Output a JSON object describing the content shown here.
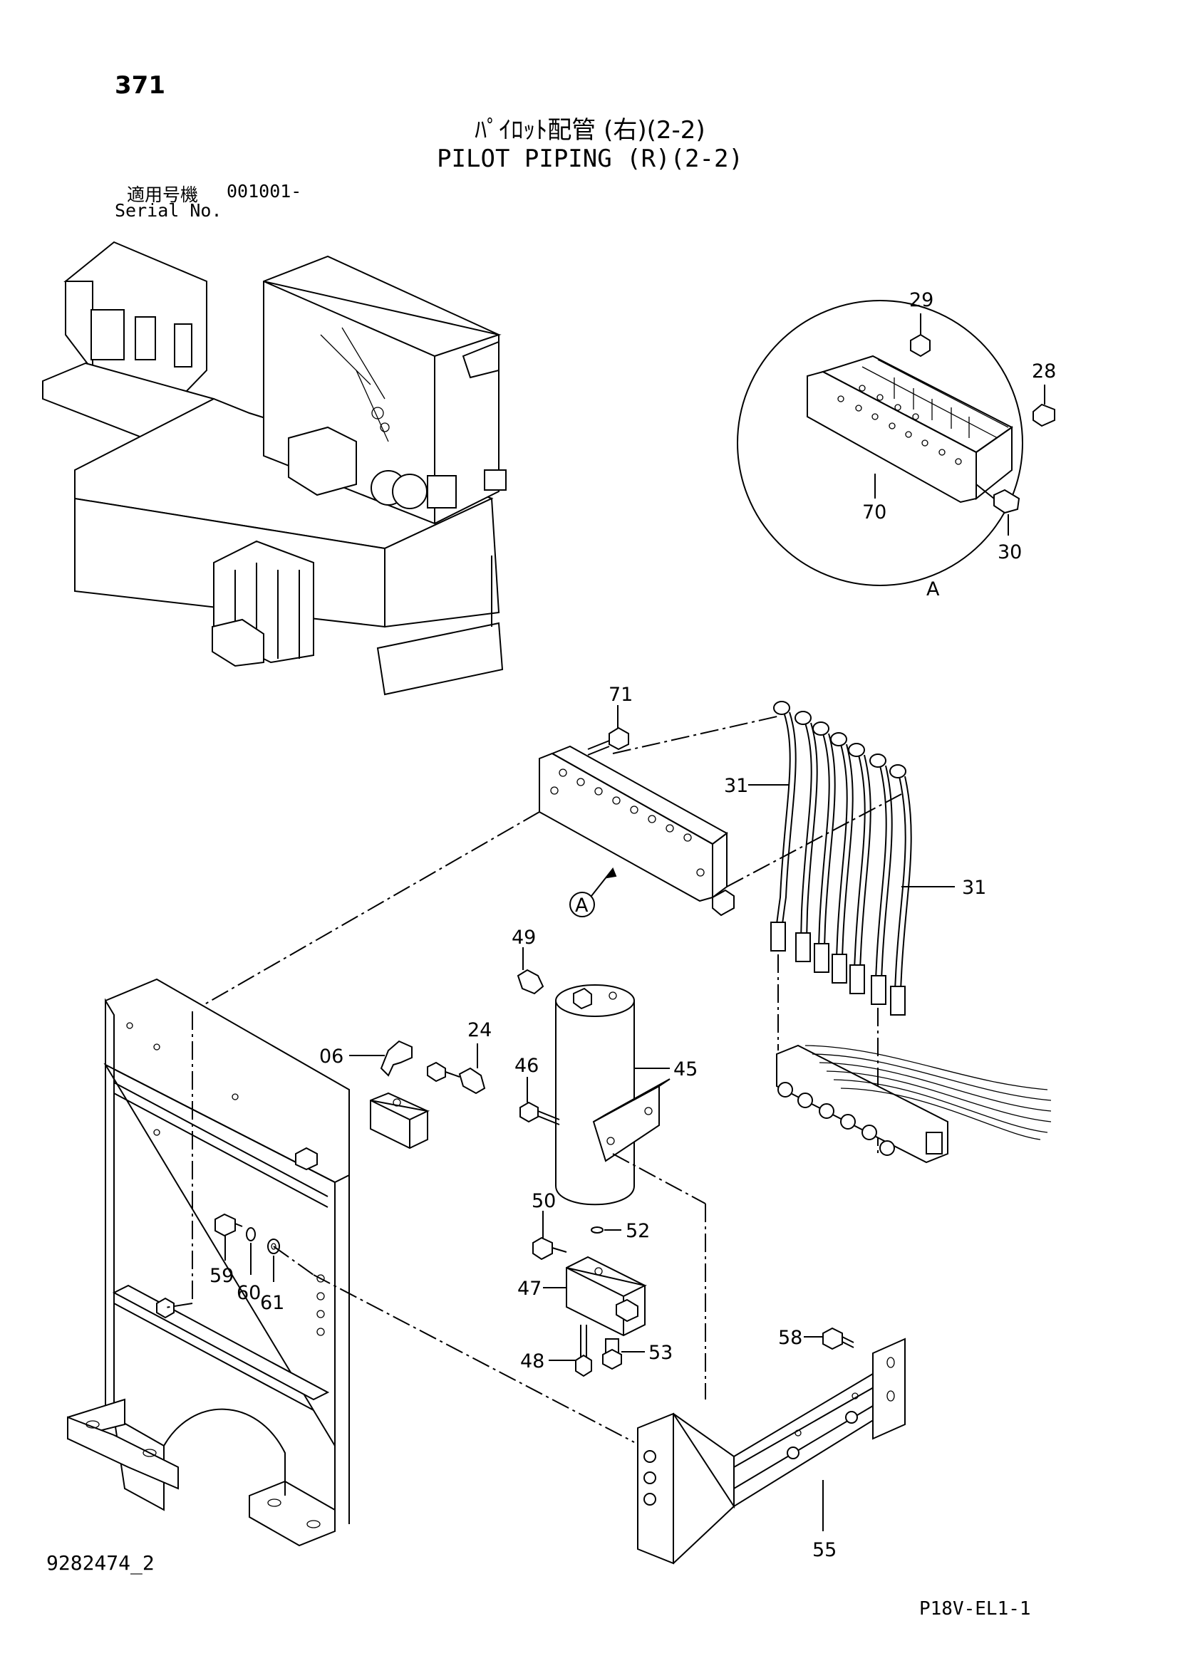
{
  "header": {
    "page_number": "371",
    "title_jp": "ﾊﾟｲﾛｯﾄ配管 (右)(2-2)",
    "title_en": "PILOT PIPING (R)(2-2)",
    "serial_label_jp": "適用号機",
    "serial_value": "001001-",
    "serial_label_en": "Serial No."
  },
  "detail_view": {
    "label": "A",
    "callouts": [
      "29",
      "28",
      "70",
      "30"
    ]
  },
  "callouts": {
    "p71": "71",
    "p31a": "31",
    "p31b": "31",
    "pA": "A",
    "p49": "49",
    "p24": "24",
    "p06": "06",
    "p46": "46",
    "p45": "45",
    "p50": "50",
    "p52": "52",
    "p47": "47",
    "p48": "48",
    "p53": "53",
    "p58": "58",
    "p59": "59",
    "p60": "60",
    "p61": "61",
    "p55": "55"
  },
  "footer": {
    "drawing_number": "9282474_2",
    "page_code": "P18V-EL1-1"
  },
  "icons": [
    "callout-leader",
    "hydraulic-hose",
    "valve-block",
    "accumulator",
    "bolt",
    "washer",
    "bracket-frame",
    "machine-overview"
  ]
}
